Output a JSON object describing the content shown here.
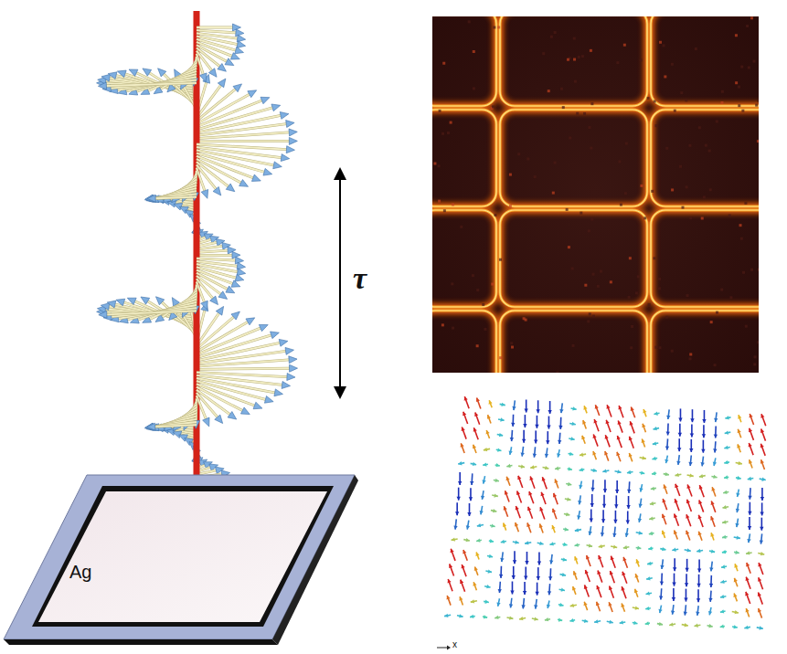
{
  "diagram": {
    "nodes": [
      {
        "text": [
          "Ag"
        ]
      }
    ],
    "labels": [
      "τ",
      "x"
    ]
  }
}
